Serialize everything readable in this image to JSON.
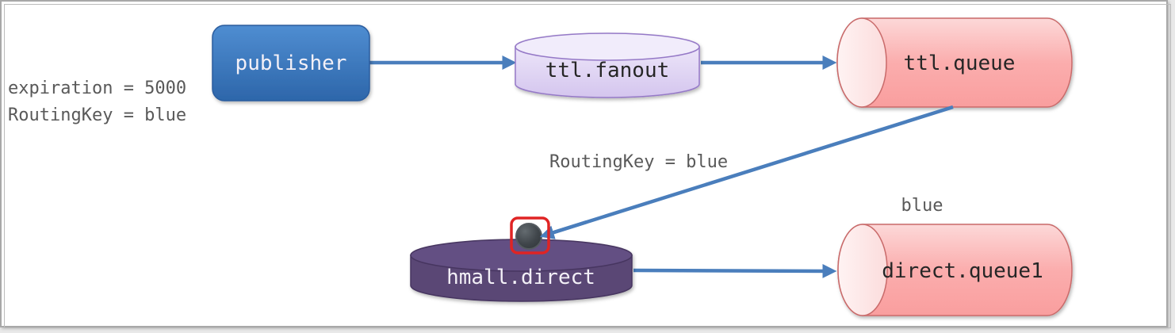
{
  "diagram": {
    "title_hint": "RabbitMQ TTL / dead-letter routing diagram",
    "annotations": {
      "expiration": "expiration = 5000",
      "routing_key_left": "RoutingKey = blue",
      "routing_key_mid": "RoutingKey = blue",
      "queue1_binding": "blue"
    },
    "nodes": {
      "publisher": {
        "label": "publisher",
        "type": "producer",
        "shape": "rounded-rect",
        "color": "#3c74b4"
      },
      "ttl_fanout": {
        "label": "ttl.fanout",
        "type": "exchange",
        "shape": "vertical-cylinder",
        "color": "#e0d3f4"
      },
      "ttl_queue": {
        "label": "ttl.queue",
        "type": "queue",
        "shape": "horizontal-cylinder",
        "color": "#fbadad"
      },
      "hmall_direct": {
        "label": "hmall.direct",
        "type": "exchange",
        "shape": "vertical-cylinder",
        "color": "#5d4a78"
      },
      "direct_queue1": {
        "label": "direct.queue1",
        "type": "queue",
        "shape": "horizontal-cylinder",
        "color": "#fbadad"
      }
    },
    "edges": [
      {
        "from": "publisher",
        "to": "ttl.fanout"
      },
      {
        "from": "ttl.fanout",
        "to": "ttl.queue"
      },
      {
        "from": "ttl.queue",
        "to": "hmall.direct",
        "label": "RoutingKey = blue"
      },
      {
        "from": "hmall.direct",
        "to": "direct.queue1",
        "binding": "blue"
      }
    ],
    "colors": {
      "arrow": "#4a7ebc",
      "label_text": "#595959",
      "highlight_box": "#e02424",
      "binding_dot": "#383d42"
    }
  }
}
